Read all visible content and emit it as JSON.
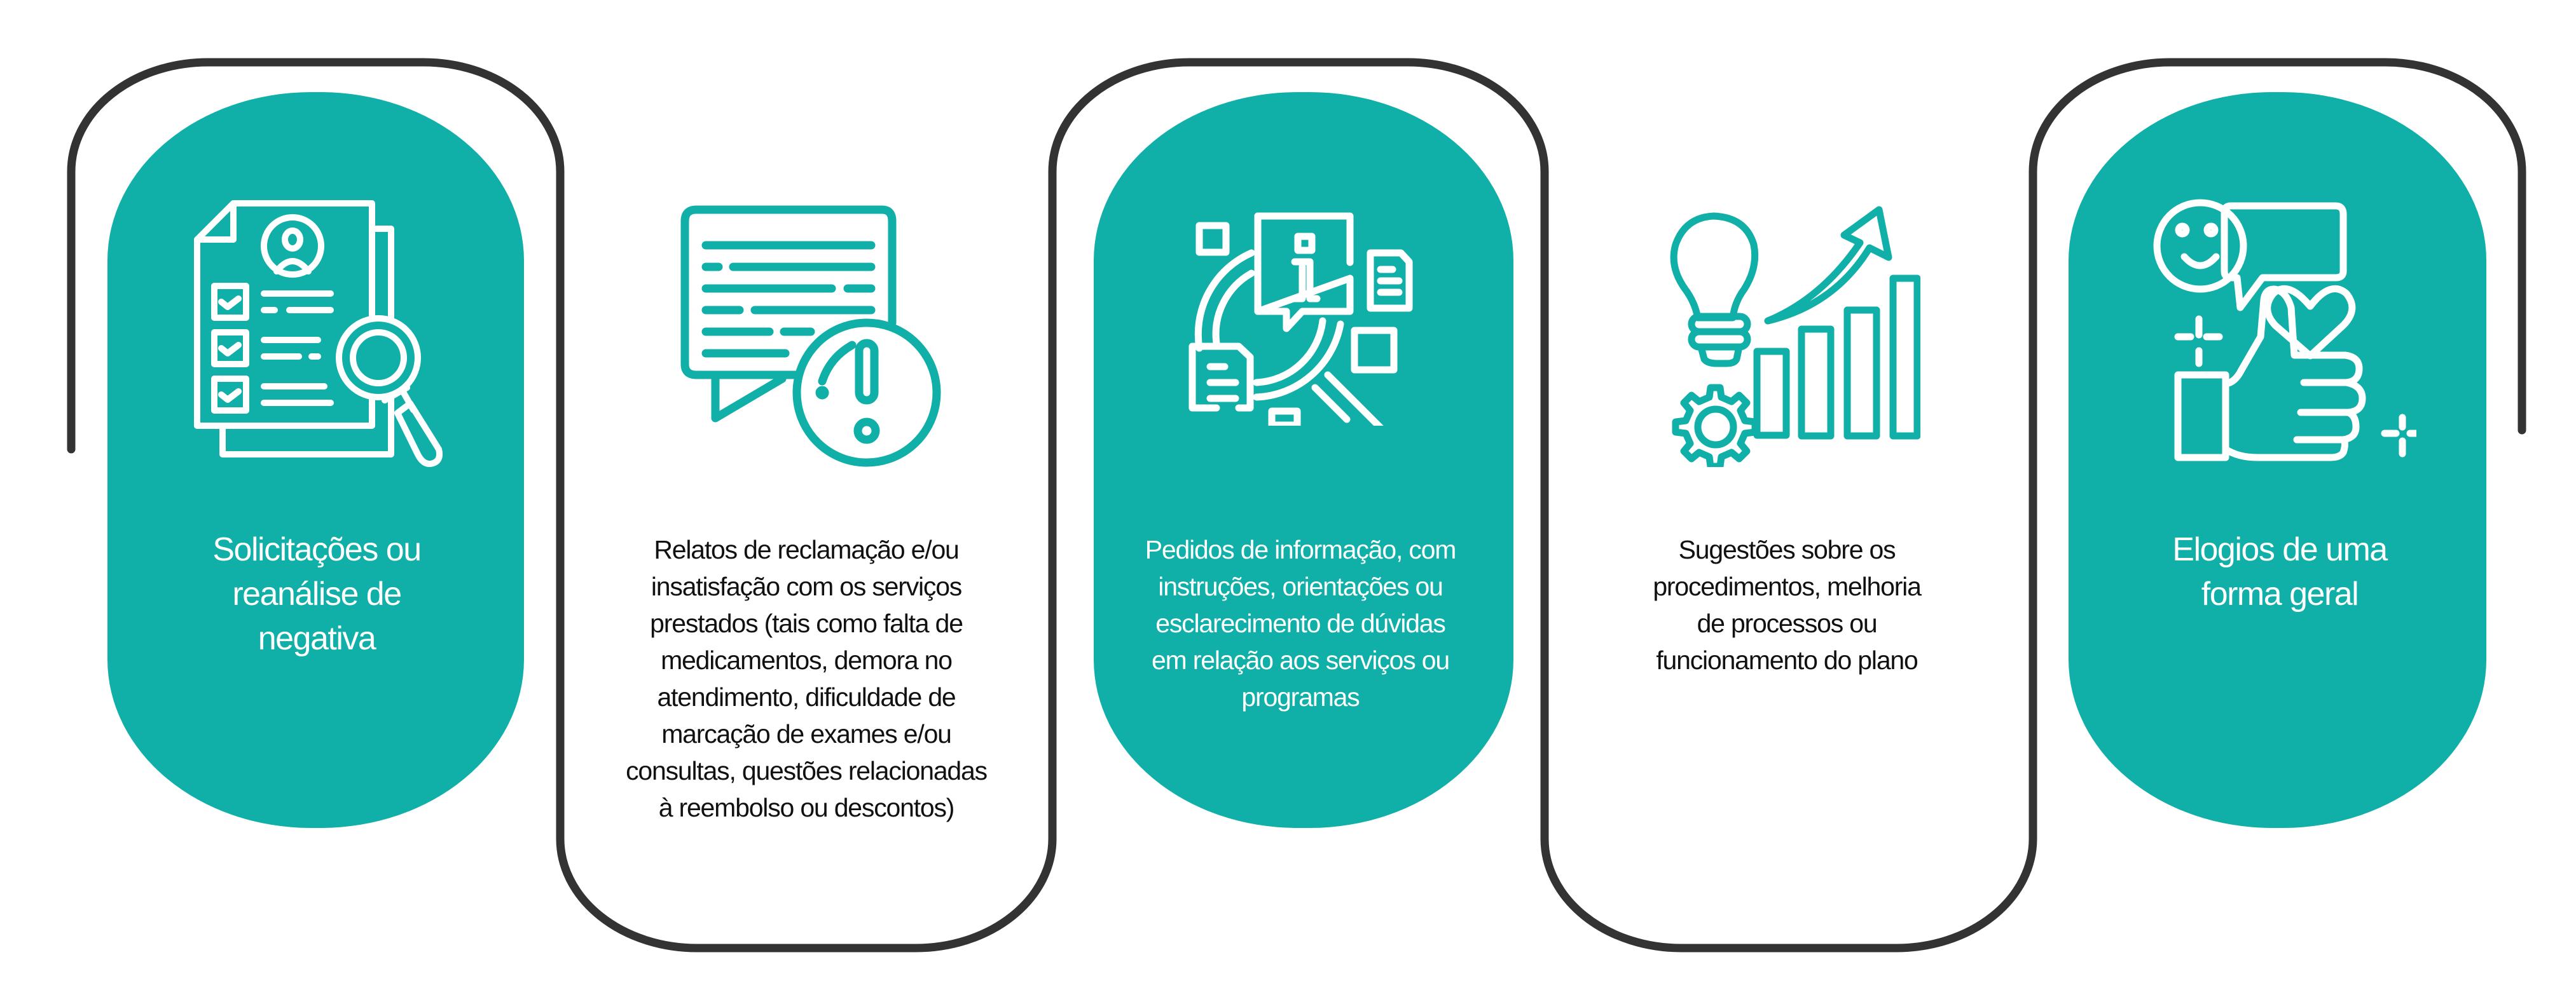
{
  "colors": {
    "teal": "#10afa8",
    "outline": "#333333",
    "white": "#ffffff",
    "text_dark": "#111111"
  },
  "steps": [
    {
      "id": 1,
      "style": "teal",
      "icon": "document-checklist-magnifier-icon",
      "lines": [
        "Solicitações ou",
        "reanálise de",
        "negativa"
      ]
    },
    {
      "id": 2,
      "style": "white",
      "icon": "speech-bubble-exclamation-icon",
      "lines": [
        "Relatos de reclamação e/ou",
        "insatisfação com os serviços",
        "prestados (tais como falta de",
        "medicamentos, demora no",
        "atendimento, dificuldade de",
        "marcação de exames e/ou",
        "consultas, questões relacionadas",
        "à reembolso ou descontos)"
      ]
    },
    {
      "id": 3,
      "style": "teal",
      "icon": "info-search-documents-icon",
      "lines": [
        "Pedidos de informação, com",
        "instruções, orientações ou",
        "esclarecimento de dúvidas",
        "em relação aos serviços ou",
        "programas"
      ]
    },
    {
      "id": 4,
      "style": "white",
      "icon": "idea-growth-chart-icon",
      "lines": [
        "Sugestões sobre os",
        "procedimentos, melhoria",
        "de processos ou",
        "funcionamento do plano"
      ]
    },
    {
      "id": 5,
      "style": "teal",
      "icon": "thumbs-up-feedback-icon",
      "lines": [
        "Elogios de uma",
        "forma geral"
      ]
    }
  ]
}
